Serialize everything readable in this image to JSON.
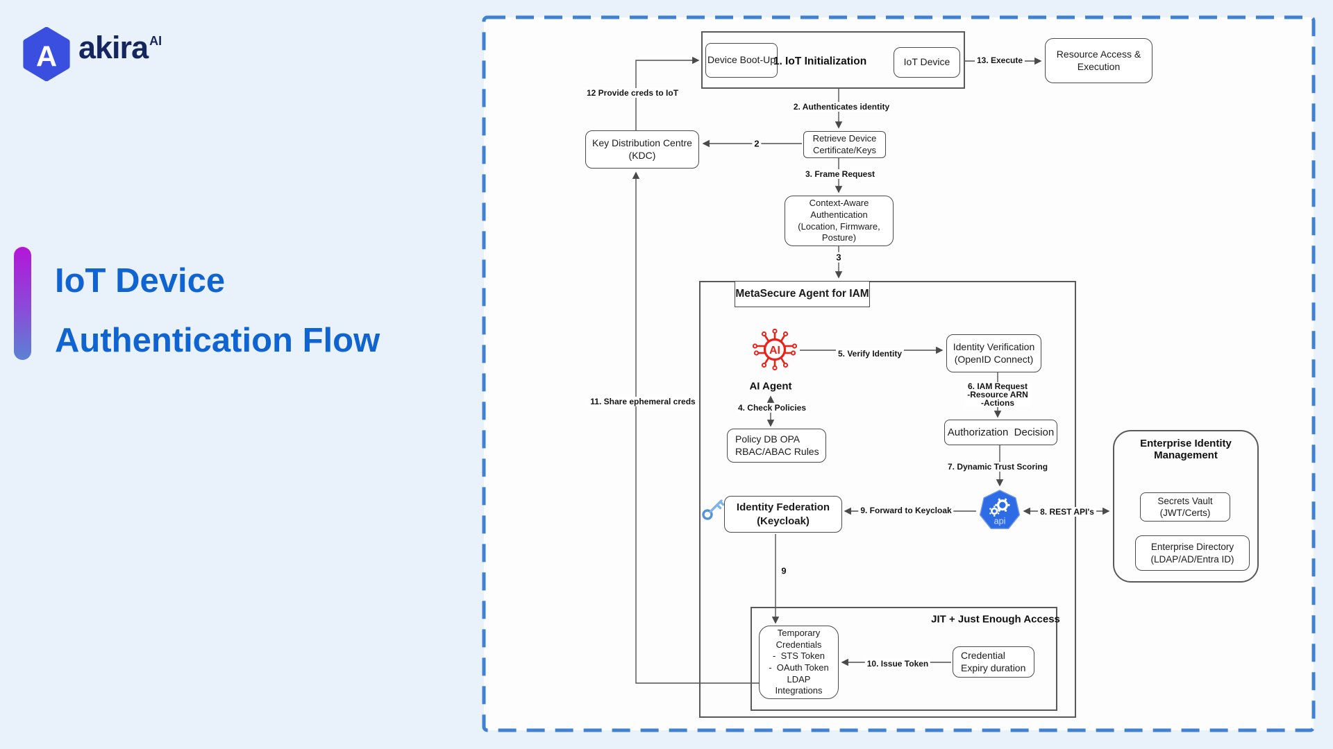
{
  "brand": {
    "name": "akira",
    "suffix": "AI",
    "logo_letter": "A"
  },
  "title": {
    "line1": "IoT Device",
    "line2": "Authentication Flow"
  },
  "colors": {
    "page_bg": "#e9f2fb",
    "title_blue": "#1064d2",
    "brand_navy": "#15265e",
    "logo_hex_blue": "#3a4fe0",
    "dash_border_blue": "#4181d2",
    "ai_icon_red": "#e8221a",
    "api_icon_blue": "#2e6ce6",
    "key_icon_blue": "#7fb3e8",
    "bar_gradient_top": "#b216d8",
    "bar_gradient_bottom": "#5b82d4"
  },
  "diagram": {
    "nodes": {
      "iot_init": {
        "label": "1. IoT Initialization"
      },
      "device_boot_up": {
        "label": "Device Boot-Up"
      },
      "iot_device": {
        "label": "IoT Device"
      },
      "resource_access": {
        "lines": [
          "Resource Access &",
          "Execution"
        ]
      },
      "retrieve_cert": {
        "lines": [
          "Retrieve Device",
          "Certificate/Keys"
        ]
      },
      "kdc": {
        "lines": [
          "Key Distribution Centre",
          "(KDC)"
        ]
      },
      "context_aware": {
        "lines": [
          "Context-Aware",
          "Authentication",
          "(Location, Firmware,",
          "Posture)"
        ]
      },
      "metasecure": {
        "label": "MetaSecure Agent for IAM"
      },
      "ai_agent": {
        "label": "AI Agent",
        "icon_text": "AI"
      },
      "identity_verification": {
        "lines": [
          "Identity Verification",
          "(OpenID Connect)"
        ]
      },
      "authorization_decision": {
        "label": "Authorization  Decision"
      },
      "policy_db": {
        "lines": [
          "Policy DB OPA",
          "RBAC/ABAC Rules"
        ]
      },
      "identity_federation": {
        "lines": [
          "Identity Federation",
          "(Keycloak)"
        ]
      },
      "api": {
        "label": "api"
      },
      "enterprise_identity": {
        "lines": [
          "Enterprise Identity",
          "Management"
        ]
      },
      "secrets_vault": {
        "lines": [
          "Secrets Vault",
          "(JWT/Certs)"
        ]
      },
      "enterprise_directory": {
        "lines": [
          "Enterprise Directory",
          "(LDAP/AD/Entra ID)"
        ]
      },
      "jit": {
        "label": "JIT + Just Enough Access"
      },
      "temp_creds": {
        "lines": [
          "Temporary",
          "Credentials",
          "-  STS Token",
          "-  OAuth Token",
          "LDAP",
          "Integrations"
        ]
      },
      "credential_expiry": {
        "lines": [
          "Credential",
          "Expiry duration"
        ]
      }
    },
    "edges": {
      "execute": "13. Execute",
      "authenticates": "2. Authenticates identity",
      "two": "2",
      "frame_request": "3. Frame Request",
      "three": "3",
      "verify_identity": "5. Verify Identity",
      "iam_request": {
        "lines": [
          "6. IAM Request",
          "-Resource ARN",
          "-Actions"
        ]
      },
      "check_policies": "4. Check Policies",
      "trust_scoring": "7. Dynamic Trust Scoring",
      "forward_keycloak": "9. Forward to Keycloak",
      "rest_apis": "8. REST API's",
      "nine": "9",
      "issue_token": "10. Issue Token",
      "share_creds": "11. Share ephemeral creds",
      "provide_creds": "12 Provide creds to IoT"
    }
  }
}
